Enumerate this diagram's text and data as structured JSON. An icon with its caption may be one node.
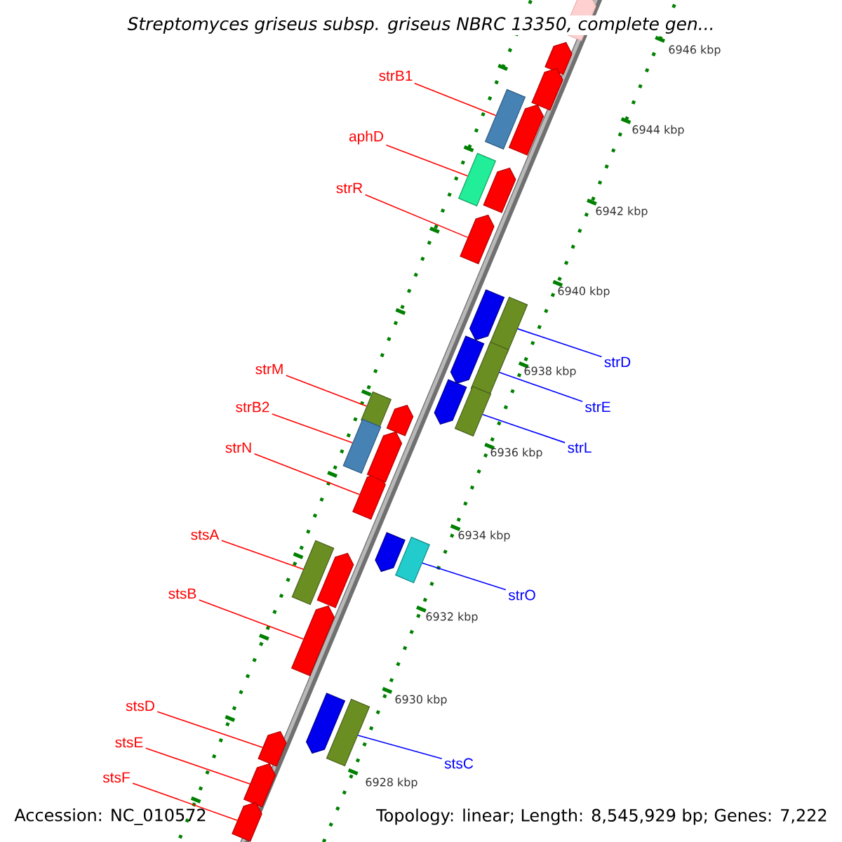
{
  "diagram": {
    "title": "Streptomyces griseus subsp. griseus NBRC 13350, complete gen...",
    "nodes": [
      {
        "text": [
          "strB1"
        ]
      },
      {
        "text": [
          "aphD"
        ]
      },
      {
        "text": [
          "strR"
        ]
      },
      {
        "text": [
          "strD"
        ]
      },
      {
        "text": [
          "strE"
        ]
      },
      {
        "text": [
          "strM"
        ]
      },
      {
        "text": [
          "strB2"
        ]
      },
      {
        "text": [
          "strL"
        ]
      },
      {
        "text": [
          "strN"
        ]
      },
      {
        "text": [
          "stsA"
        ]
      },
      {
        "text": [
          "strO"
        ]
      },
      {
        "text": [
          "stsB"
        ]
      },
      {
        "text": [
          "stsD"
        ]
      },
      {
        "text": [
          "stsC"
        ]
      },
      {
        "text": [
          "stsE"
        ]
      },
      {
        "text": [
          "stsF"
        ]
      },
      {
        "text": [],
        "shape": "box"
      },
      {
        "text": [],
        "shape": "box"
      },
      {
        "text": [],
        "shape": "pentagon"
      },
      {
        "text": [],
        "shape": "box"
      },
      {
        "text": [],
        "shape": "box"
      },
      {
        "text": [],
        "shape": "box"
      },
      {
        "text": [],
        "shape": "box"
      },
      {
        "text": [],
        "shape": "box"
      },
      {
        "text": [],
        "shape": "pentagon"
      },
      {
        "text": [],
        "shape": "box"
      },
      {
        "text": [],
        "shape": "box"
      },
      {
        "text": [],
        "shape": "pentagon"
      },
      {
        "text": [],
        "shape": "pentagon"
      },
      {
        "text": [],
        "shape": "box"
      },
      {
        "text": [],
        "shape": "pentagon"
      },
      {
        "text": [],
        "shape": "pentagon"
      },
      {
        "text": [],
        "shape": "pentagon"
      },
      {
        "text": [],
        "shape": "pentagon"
      },
      {
        "text": [],
        "shape": "pentagon"
      },
      {
        "text": [],
        "shape": "pentagon"
      },
      {
        "text": [],
        "shape": "pentagon"
      },
      {
        "text": [],
        "shape": "pentagon"
      },
      {
        "text": [],
        "shape": "pentagon"
      },
      {
        "text": [],
        "shape": "pentagon"
      },
      {
        "text": [],
        "shape": "pentagon"
      },
      {
        "text": [],
        "shape": "pentagon"
      },
      {
        "text": [],
        "shape": "pentagon"
      },
      {
        "text": [],
        "shape": "pentagon"
      },
      {
        "text": [],
        "shape": "pentagon"
      }
    ],
    "edges": [
      {
        "from": 0,
        "to": 16,
        "arrow": "none"
      },
      {
        "from": 1,
        "to": 17,
        "arrow": "none"
      },
      {
        "from": 2,
        "to": 18,
        "arrow": "none"
      },
      {
        "from": 3,
        "to": 19,
        "arrow": "none",
        "color": "#0000ff"
      },
      {
        "from": 4,
        "to": 20,
        "arrow": "none",
        "color": "#0000ff"
      },
      {
        "from": 5,
        "to": 21,
        "arrow": "none"
      },
      {
        "from": 6,
        "to": 22,
        "arrow": "none"
      },
      {
        "from": 7,
        "to": 23,
        "arrow": "none",
        "color": "#0000ff"
      },
      {
        "from": 8,
        "to": 24,
        "arrow": "none"
      },
      {
        "from": 9,
        "to": 25,
        "arrow": "none"
      },
      {
        "from": 10,
        "to": 26,
        "arrow": "none",
        "color": "#0000ff"
      },
      {
        "from": 11,
        "to": 27,
        "arrow": "none"
      },
      {
        "from": 12,
        "to": 28,
        "arrow": "none"
      },
      {
        "from": 13,
        "to": 29,
        "arrow": "none",
        "color": "#0000ff"
      },
      {
        "from": 14,
        "to": 30,
        "arrow": "none"
      },
      {
        "from": 15,
        "to": 31,
        "arrow": "none"
      }
    ],
    "labels": [
      "6946 kbp",
      "6944 kbp",
      "6942 kbp",
      "6940 kbp",
      "6938 kbp",
      "6936 kbp",
      "6934 kbp",
      "6932 kbp",
      "6930 kbp",
      "6928 kbp",
      "Accession: NC_010572",
      "Topology: linear; Length: 8,545,929 bp; Genes: 7,222"
    ]
  }
}
